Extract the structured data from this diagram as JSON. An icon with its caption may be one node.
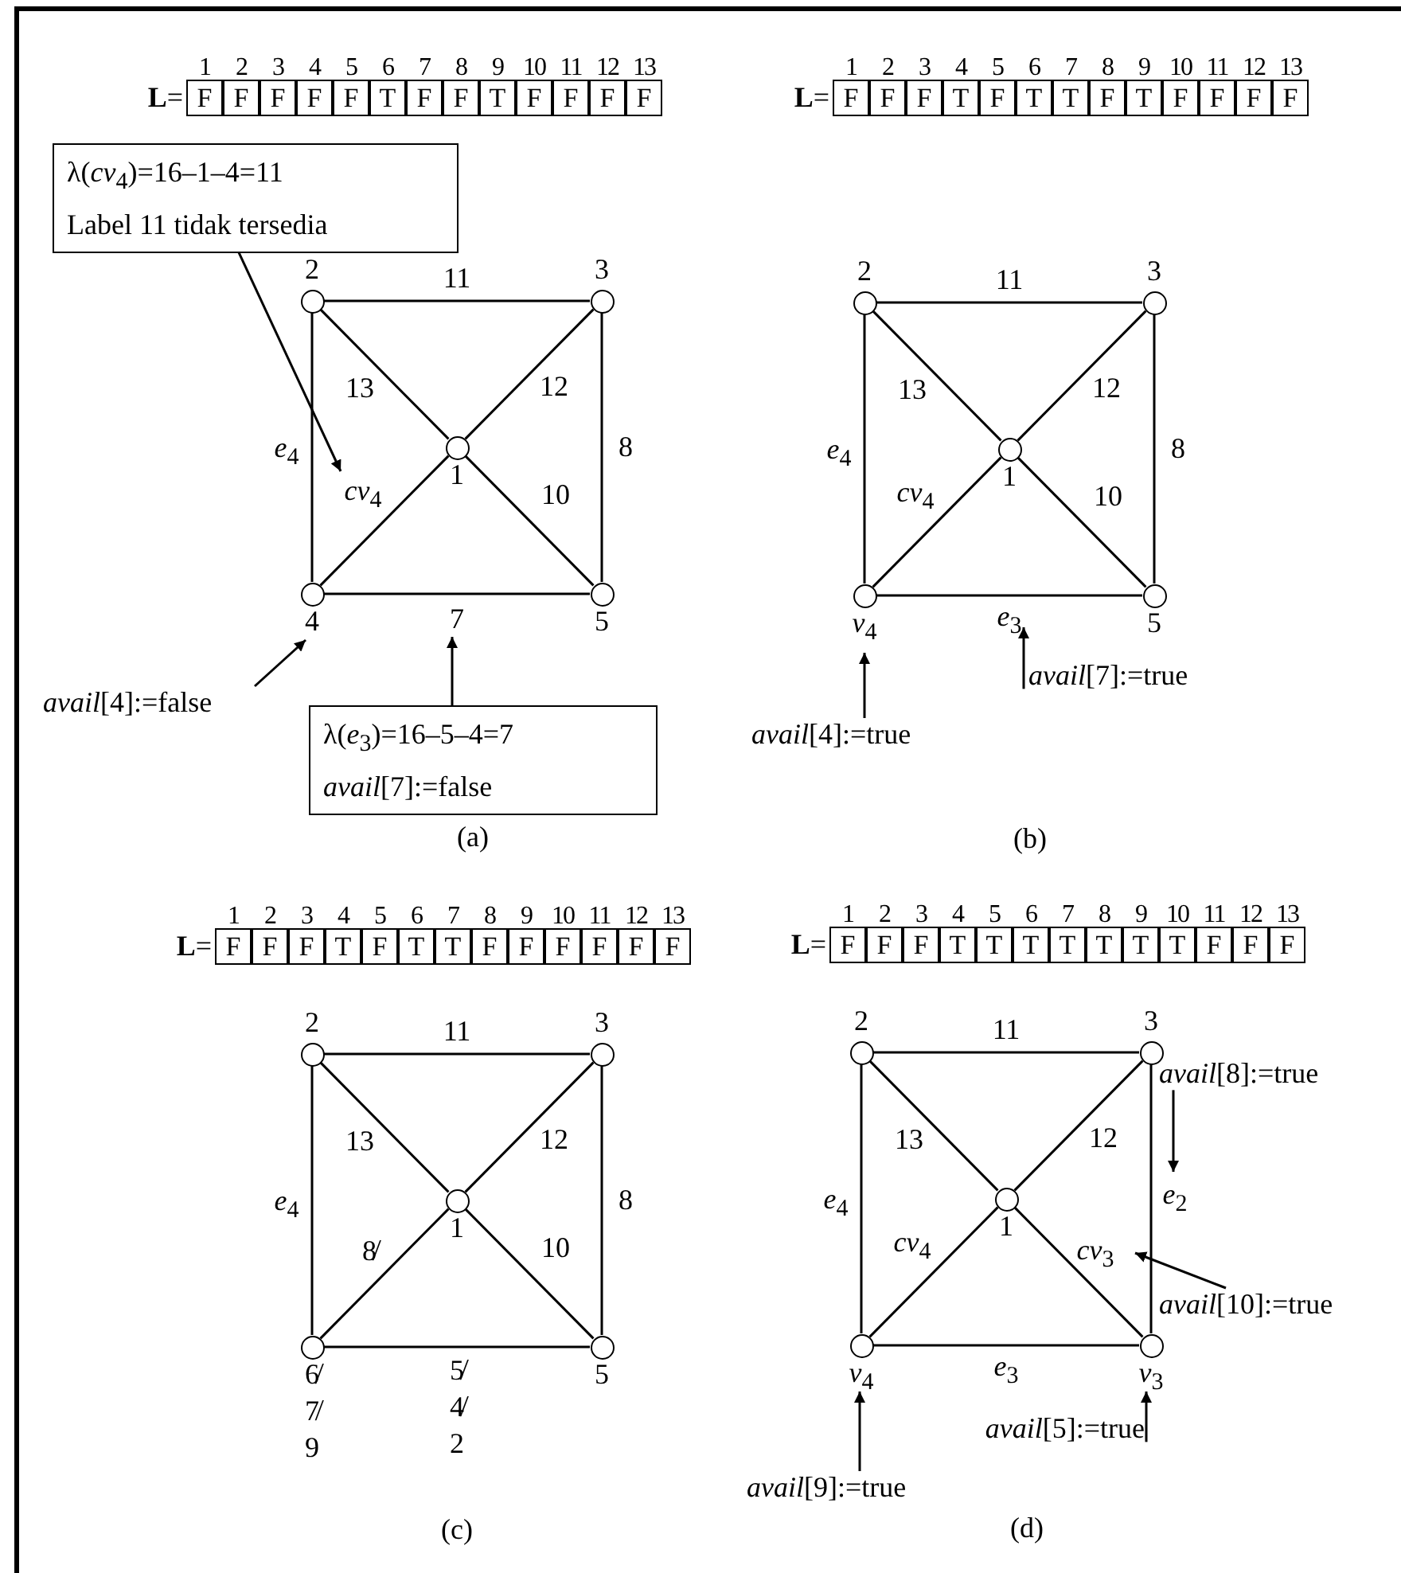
{
  "diagram": {
    "nodes": [
      {
        "text": [
          "λ(*cv*$_{4}$)=16–1–4=11",
          "Label 11 tidak tersedia"
        ]
      },
      {
        "text": [],
        "shape": "circle",
        "beside": [
          "2"
        ]
      },
      {
        "text": [],
        "shape": "circle",
        "beside": [
          "3"
        ]
      },
      {
        "text": [],
        "shape": "circle",
        "beside": [
          "1"
        ]
      },
      {
        "text": [],
        "shape": "circle",
        "beside": [
          "4"
        ]
      },
      {
        "text": [],
        "shape": "circle",
        "beside": [
          "5"
        ]
      },
      {
        "text": [
          "*avail*[4]:=false"
        ]
      },
      {
        "text": [
          "λ(*e*$_{3}$)=16–5–4=7",
          "*avail*[7]:=false"
        ]
      },
      {
        "text": [],
        "shape": "circle",
        "beside": [
          "2"
        ]
      },
      {
        "text": [],
        "shape": "circle",
        "beside": [
          "3"
        ]
      },
      {
        "text": [],
        "shape": "circle",
        "beside": [
          "1"
        ]
      },
      {
        "text": [],
        "shape": "circle",
        "beside": [
          "*v*$_{4}$"
        ]
      },
      {
        "text": [],
        "shape": "circle",
        "beside": [
          "5"
        ]
      },
      {
        "text": [
          "*avail*[7]:=true"
        ]
      },
      {
        "text": [
          "*avail*[4]:=true"
        ]
      },
      {
        "text": [],
        "shape": "circle",
        "beside": [
          "2"
        ]
      },
      {
        "text": [],
        "shape": "circle",
        "beside": [
          "3"
        ]
      },
      {
        "text": [],
        "shape": "circle",
        "beside": [
          "1"
        ]
      },
      {
        "text": [],
        "shape": "circle",
        "beside": [
          "6̸",
          "7̸",
          "9"
        ]
      },
      {
        "text": [],
        "shape": "circle",
        "beside": [
          "5"
        ]
      },
      {
        "text": [],
        "shape": "circle",
        "beside": [
          "2"
        ]
      },
      {
        "text": [],
        "shape": "circle",
        "beside": [
          "3"
        ]
      },
      {
        "text": [
          "*avail*[8]:=true"
        ]
      },
      {
        "text": [],
        "shape": "circle",
        "beside": [
          "1"
        ]
      },
      {
        "text": [
          "*avail*[10]:=true"
        ]
      },
      {
        "text": [],
        "shape": "circle",
        "beside": [
          "*v*$_{4}$"
        ]
      },
      {
        "text": [],
        "shape": "circle",
        "beside": [
          "*v*$_{3}$"
        ]
      },
      {
        "text": [
          "*avail*[5]:=true"
        ]
      },
      {
        "text": [
          "*avail*[9]:=true"
        ]
      }
    ],
    "edges": [
      {
        "from": 1,
        "to": 2,
        "arrow": "none",
        "label": "11"
      },
      {
        "from": 3,
        "to": 1,
        "arrow": "none",
        "label": "13"
      },
      {
        "from": 3,
        "to": 2,
        "arrow": "none",
        "label": "12"
      },
      {
        "from": 2,
        "to": 5,
        "arrow": "none",
        "label": "8"
      },
      {
        "from": 1,
        "to": 4,
        "arrow": "none",
        "label": "*e*$_{4}$"
      },
      {
        "from": 3,
        "to": 4,
        "arrow": "none",
        "label": "*cv*$_{4}$"
      },
      {
        "from": 3,
        "to": 5,
        "arrow": "none",
        "label": "10"
      },
      {
        "from": 4,
        "to": 5,
        "arrow": "none",
        "label": "7"
      },
      {
        "from": 0,
        "to": null,
        "arrow": "to"
      },
      {
        "from": 6,
        "to": 4,
        "arrow": "to"
      },
      {
        "from": 7,
        "to": null,
        "arrow": "to"
      },
      {
        "from": 8,
        "to": 9,
        "arrow": "none",
        "label": "11"
      },
      {
        "from": 10,
        "to": 8,
        "arrow": "none",
        "label": "13"
      },
      {
        "from": 10,
        "to": 9,
        "arrow": "none",
        "label": "12"
      },
      {
        "from": 9,
        "to": 12,
        "arrow": "none",
        "label": "8"
      },
      {
        "from": 8,
        "to": 11,
        "arrow": "none",
        "label": "*e*$_{4}$"
      },
      {
        "from": 10,
        "to": 11,
        "arrow": "none",
        "label": "*cv*$_{4}$"
      },
      {
        "from": 10,
        "to": 12,
        "arrow": "none",
        "label": "10"
      },
      {
        "from": 11,
        "to": 12,
        "arrow": "none",
        "label": "*e*$_{3}$"
      },
      {
        "from": 13,
        "to": null,
        "arrow": "to"
      },
      {
        "from": 14,
        "to": 11,
        "arrow": "to"
      },
      {
        "from": 15,
        "to": 16,
        "arrow": "none",
        "label": "11"
      },
      {
        "from": 17,
        "to": 15,
        "arrow": "none",
        "label": "13"
      },
      {
        "from": 17,
        "to": 16,
        "arrow": "none",
        "label": "12"
      },
      {
        "from": 16,
        "to": 19,
        "arrow": "none",
        "label": "8"
      },
      {
        "from": 15,
        "to": 18,
        "arrow": "none",
        "label": "*e*$_{4}$"
      },
      {
        "from": 17,
        "to": 18,
        "arrow": "none",
        "label": "8̸"
      },
      {
        "from": 17,
        "to": 19,
        "arrow": "none",
        "label": "10"
      },
      {
        "from": 18,
        "to": 19,
        "arrow": "none",
        "label": "5̸ 4̸ 2"
      },
      {
        "from": 20,
        "to": 21,
        "arrow": "none",
        "label": "11"
      },
      {
        "from": 23,
        "to": 20,
        "arrow": "none",
        "label": "13"
      },
      {
        "from": 23,
        "to": 21,
        "arrow": "none",
        "label": "12"
      },
      {
        "from": 21,
        "to": 26,
        "arrow": "none",
        "label": "*e*$_{2}$"
      },
      {
        "from": 20,
        "to": 25,
        "arrow": "none",
        "label": "*e*$_{4}$"
      },
      {
        "from": 23,
        "to": 25,
        "arrow": "none",
        "label": "*cv*$_{4}$"
      },
      {
        "from": 23,
        "to": 26,
        "arrow": "none",
        "label": "*cv*$_{3}$"
      },
      {
        "from": 25,
        "to": 26,
        "arrow": "none",
        "label": "*e*$_{3}$"
      },
      {
        "from": 22,
        "to": null,
        "arrow": "to"
      },
      {
        "from": 24,
        "to": null,
        "arrow": "to"
      },
      {
        "from": 27,
        "to": 26,
        "arrow": "to"
      },
      {
        "from": 28,
        "to": 25,
        "arrow": "to"
      }
    ],
    "labels": [
      "**L**=",
      "1",
      "2",
      "3",
      "4",
      "5",
      "6",
      "7",
      "8",
      "9",
      "10",
      "11",
      "12",
      "13",
      "F",
      "F",
      "F",
      "F",
      "F",
      "T",
      "F",
      "F",
      "T",
      "F",
      "F",
      "F",
      "F",
      "(a)",
      "**L**=",
      "1",
      "2",
      "3",
      "4",
      "5",
      "6",
      "7",
      "8",
      "9",
      "10",
      "11",
      "12",
      "13",
      "F",
      "F",
      "F",
      "T",
      "F",
      "T",
      "T",
      "F",
      "T",
      "F",
      "F",
      "F",
      "F",
      "(b)",
      "**L**=",
      "1",
      "2",
      "3",
      "4",
      "5",
      "6",
      "7",
      "8",
      "9",
      "10",
      "11",
      "12",
      "13",
      "F",
      "F",
      "F",
      "T",
      "F",
      "T",
      "T",
      "F",
      "F",
      "F",
      "F",
      "F",
      "F",
      "(c)",
      "**L**=",
      "1",
      "2",
      "3",
      "4",
      "5",
      "6",
      "7",
      "8",
      "9",
      "10",
      "11",
      "12",
      "13",
      "F",
      "F",
      "F",
      "T",
      "T",
      "T",
      "T",
      "T",
      "T",
      "T",
      "F",
      "F",
      "F",
      "(d)"
    ]
  }
}
